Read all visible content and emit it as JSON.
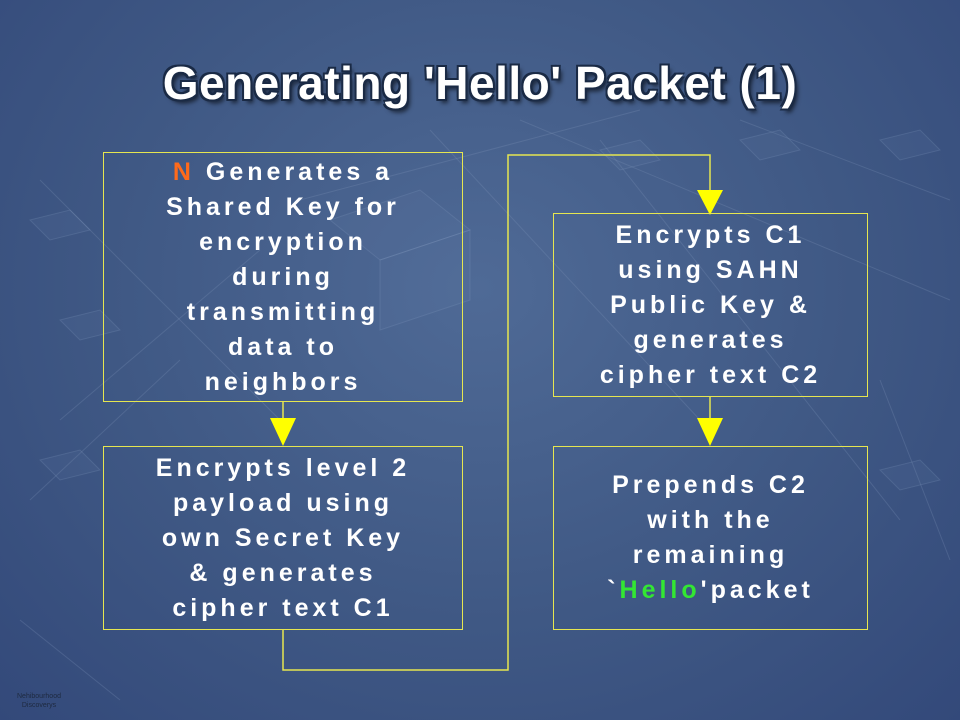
{
  "slide": {
    "title": "Generating 'Hello' Packet (1)",
    "footer_line1": "Nehibourhood",
    "footer_line2": "Discoverys"
  },
  "boxes": {
    "b1": {
      "highlight": "N",
      "text": " Generates a\nShared Key for\nencryption\nduring\ntransmitting\ndata to\nneighbors"
    },
    "b2": {
      "text": "Encrypts level 2\npayload using\nown Secret Key\n& generates\ncipher text C1"
    },
    "b3": {
      "text": "Encrypts C1\nusing SAHN\nPublic Key &\ngenerates\ncipher text C2"
    },
    "b4": {
      "text_before": "Prepends C2\nwith the\nremaining\n`",
      "highlight": "Hello",
      "text_after": "'packet"
    }
  },
  "colors": {
    "box_border": "#e6e650",
    "arrow": "#ffff00",
    "highlight_n": "#ff6a1a",
    "highlight_hello": "#33e633"
  }
}
